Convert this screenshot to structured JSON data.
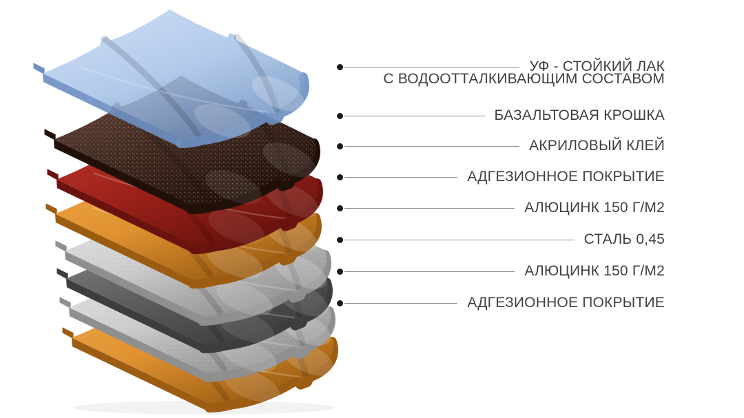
{
  "diagram": {
    "type": "exploded-layer-diagram",
    "subject": "composite-metal-roof-tile-layers",
    "background": "#ffffff",
    "callout_style": {
      "dot_color": "#1a1a1a",
      "line_color": "#8c8c8c",
      "text_color": "#3f3f3f"
    },
    "layers": [
      {
        "name": "uv-lacquer",
        "callout": {
          "lines": [
            "УФ - СТОЙКИЙ ЛАК",
            "С ВОДООТТАЛКИВАЮЩИМ СОСТАВОМ"
          ]
        },
        "colors": {
          "light": "#c7daf3",
          "base": "#a5c1e7",
          "dark": "#6e90c2"
        }
      },
      {
        "name": "basalt-granules",
        "callout": {
          "lines": [
            "БАЗАЛЬТОВАЯ КРОШКА"
          ]
        },
        "colors": {
          "light": "#6e4c3e",
          "base": "#40291f",
          "dark": "#201008"
        }
      },
      {
        "name": "acrylic-glue",
        "callout": {
          "lines": [
            "АКРИЛОВЫЙ КЛЕЙ"
          ]
        },
        "colors": {
          "light": "#c23b2e",
          "base": "#9c211a",
          "dark": "#6a120d"
        }
      },
      {
        "name": "adhesion-coating-top",
        "callout": {
          "lines": [
            "АДГЕЗИОННОЕ ПОКРЫТИЕ"
          ]
        },
        "colors": {
          "light": "#f3a94b",
          "base": "#df9130",
          "dark": "#9c5d12"
        }
      },
      {
        "name": "aluzinc-top",
        "callout": {
          "lines": [
            "АЛЮЦИНК 150 Г/М2"
          ]
        },
        "colors": {
          "light": "#ececec",
          "base": "#cbcbcb",
          "dark": "#8f8f8f"
        }
      },
      {
        "name": "steel-core",
        "callout": {
          "lines": [
            "СТАЛЬ 0,45"
          ]
        },
        "colors": {
          "light": "#8a8a8a",
          "base": "#5f5f5f",
          "dark": "#3d3d3d"
        }
      },
      {
        "name": "aluzinc-bottom",
        "callout": {
          "lines": [
            "АЛЮЦИНК 150 Г/М2"
          ]
        },
        "colors": {
          "light": "#ececec",
          "base": "#cbcbcb",
          "dark": "#8f8f8f"
        }
      },
      {
        "name": "adhesion-coating-bottom",
        "callout": {
          "lines": [
            "АДГЕЗИОННОЕ ПОКРЫТИЕ"
          ]
        },
        "colors": {
          "light": "#f3a94b",
          "base": "#df9130",
          "dark": "#9c5d12"
        }
      }
    ]
  }
}
